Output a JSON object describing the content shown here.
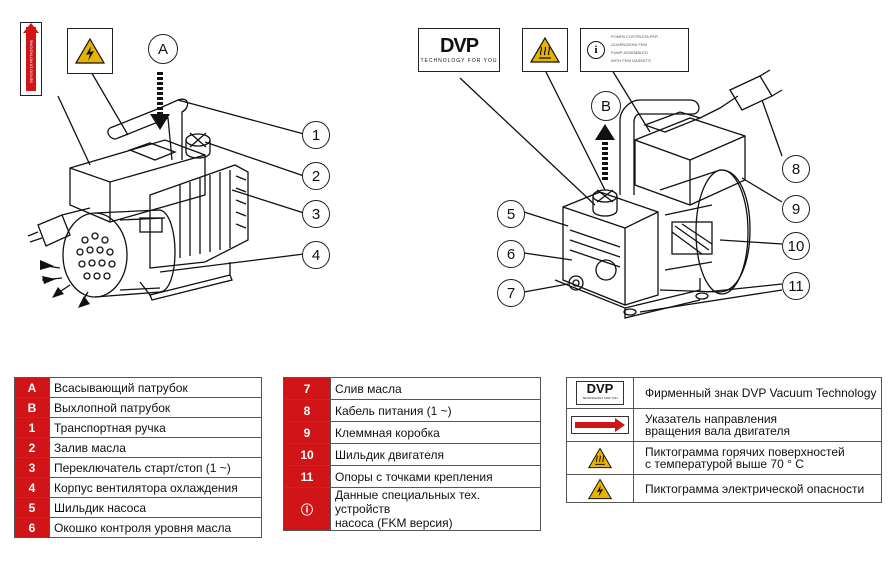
{
  "callouts": {
    "left": [
      "1",
      "2",
      "3",
      "4"
    ],
    "right": [
      "5",
      "6",
      "7",
      "8",
      "9",
      "10",
      "11"
    ],
    "suction": "A",
    "exhaust": "B"
  },
  "logo": {
    "text": "DVP",
    "tagline": "TECHNOLOGY FOR YOU"
  },
  "info_sticker": {
    "lines": [
      "POMPA COSTRUITA PER",
      "GUARNIZIONI FKM",
      "PUMP ASSEMBLED",
      "WITH FKM GASKETS"
    ]
  },
  "rotation_sticker": {
    "text": "SENSO DI ROTAZIONE"
  },
  "legend_left": [
    {
      "key": "A",
      "text": "Всасывающий патрубок"
    },
    {
      "key": "B",
      "text": "Выхлопной патрубок"
    },
    {
      "key": "1",
      "text": "Транспортная ручка"
    },
    {
      "key": "2",
      "text": "Залив масла"
    },
    {
      "key": "3",
      "text": "Переключатель старт/стоп (1 ~)"
    },
    {
      "key": "4",
      "text": "Корпус вентилятора охлаждения"
    },
    {
      "key": "5",
      "text": "Шильдик насоса"
    },
    {
      "key": "6",
      "text": "Окошко контроля уровня масла"
    }
  ],
  "legend_mid": [
    {
      "key": "7",
      "text": "Слив масла"
    },
    {
      "key": "8",
      "text": "Кабель питания (1 ~)"
    },
    {
      "key": "9",
      "text": "Клеммная коробка"
    },
    {
      "key": "10",
      "text": "Шильдик двигателя"
    },
    {
      "key": "11",
      "text": "Опоры с точками крепления"
    },
    {
      "key": "ⓘ",
      "text": "Данные специальных тех. устройств\nнасоса (FKM версия)"
    }
  ],
  "legend_right": [
    {
      "icon": "dvp-logo-icon",
      "text": "Фирменный знак  DVP Vacuum Technology"
    },
    {
      "icon": "rotation-arrow-icon",
      "text": "Указатель направления\nвращения вала двигателя"
    },
    {
      "icon": "hot-surface-icon",
      "text": "Пиктограмма горячих поверхностей\nс температурой выше 70 ° С"
    },
    {
      "icon": "electric-hazard-icon",
      "text": "Пиктограмма электрической опасности"
    }
  ],
  "colors": {
    "accent": "#d01418",
    "warning": "#e6b400"
  }
}
